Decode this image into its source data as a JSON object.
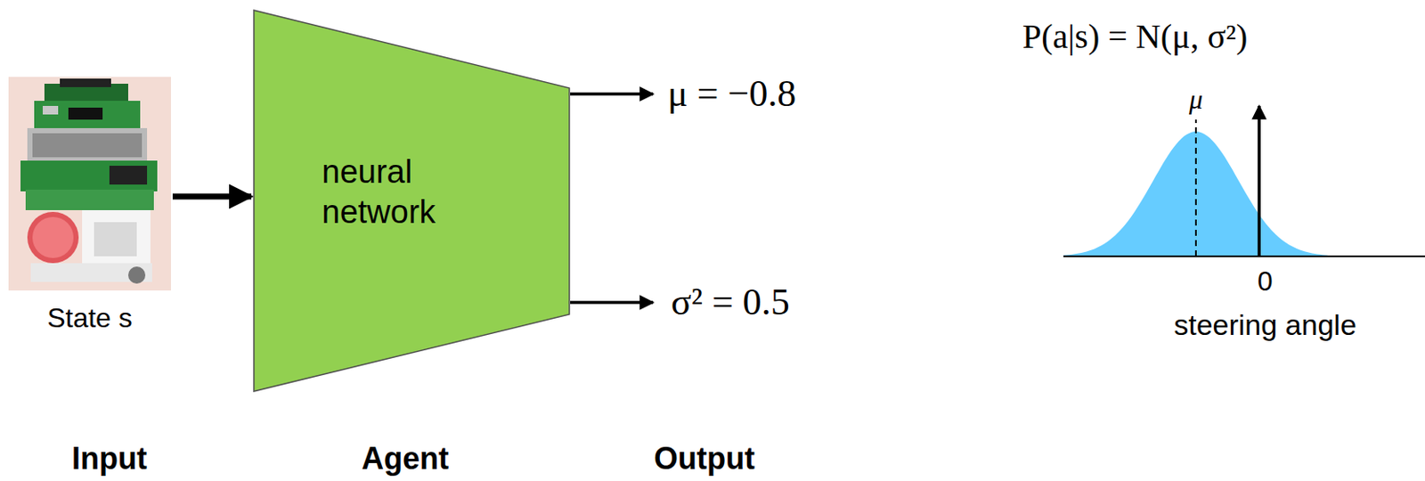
{
  "diagram": {
    "nodes": [
      {
        "text": [
          "State s"
        ]
      },
      {
        "text": [
          "neural network"
        ]
      }
    ],
    "edges": [
      {
        "from": 0,
        "to": 1,
        "arrow": "to"
      }
    ],
    "labels": [
      "μ = −0.8",
      "σ² = 0.5",
      "P(a|s) = N(μ, σ²)",
      "μ",
      "0",
      "steering angle",
      "Input",
      "Agent",
      "Output"
    ]
  }
}
